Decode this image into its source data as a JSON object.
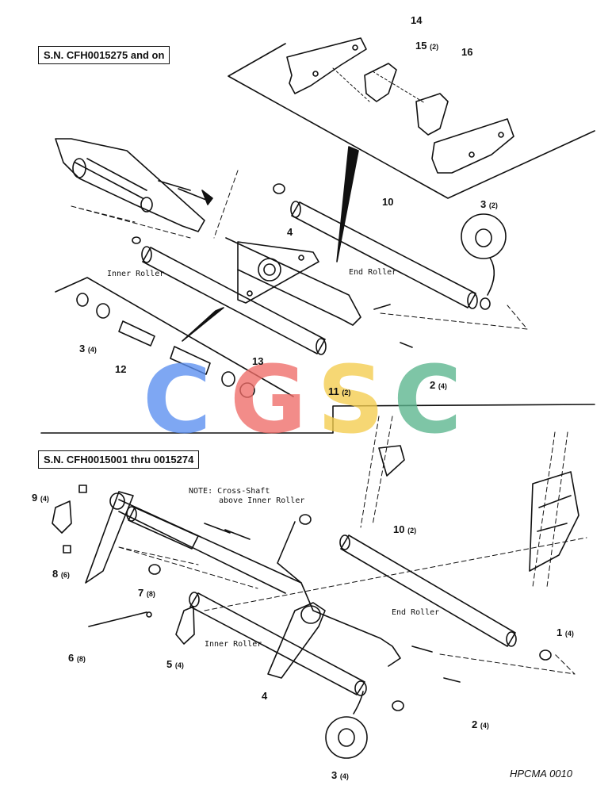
{
  "serial_ranges": {
    "top": "S.N. CFH0015275 and on",
    "bottom": "S.N. CFH0015001 thru 0015274"
  },
  "roller_labels": {
    "inner_top": "Inner Roller",
    "end_top": "End Roller",
    "inner_bottom": "Inner Roller",
    "end_bottom": "End Roller"
  },
  "note": {
    "line1": "NOTE: Cross-Shaft",
    "line2": "above Inner Roller"
  },
  "callouts_top": [
    {
      "num": "14",
      "qty": ""
    },
    {
      "num": "15",
      "qty": "(2)"
    },
    {
      "num": "16",
      "qty": ""
    },
    {
      "num": "10",
      "qty": ""
    },
    {
      "num": "3",
      "qty": "(2)"
    },
    {
      "num": "4",
      "qty": ""
    },
    {
      "num": "3",
      "qty": "(4)"
    },
    {
      "num": "12",
      "qty": ""
    },
    {
      "num": "13",
      "qty": ""
    },
    {
      "num": "11",
      "qty": "(2)"
    },
    {
      "num": "2",
      "qty": "(4)"
    }
  ],
  "callouts_bottom": [
    {
      "num": "9",
      "qty": "(4)"
    },
    {
      "num": "8",
      "qty": "(6)"
    },
    {
      "num": "10",
      "qty": "(2)"
    },
    {
      "num": "7",
      "qty": "(8)"
    },
    {
      "num": "6",
      "qty": "(8)"
    },
    {
      "num": "5",
      "qty": "(4)"
    },
    {
      "num": "1",
      "qty": "(4)"
    },
    {
      "num": "4",
      "qty": ""
    },
    {
      "num": "2",
      "qty": "(4)"
    },
    {
      "num": "3",
      "qty": "(4)"
    }
  ],
  "figure_code": "HPCMA 0010",
  "watermark": {
    "letters": [
      "C",
      "G",
      "S",
      "C"
    ],
    "colors": [
      "#5b8ff0",
      "#ef6c68",
      "#f4cd4e",
      "#5bb58e"
    ]
  }
}
